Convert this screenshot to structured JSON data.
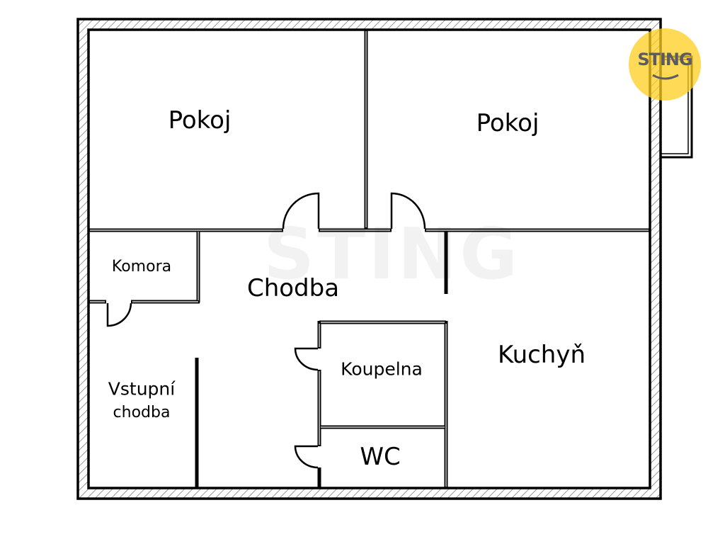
{
  "rooms": {
    "pokoj_left": "Pokoj",
    "pokoj_right": "Pokoj",
    "komora": "Komora",
    "chodba": "Chodba",
    "kuchyn": "Kuchyň",
    "vstupni_line1": "Vstupní",
    "vstupni_line2": "chodba",
    "koupelna": "Koupelna",
    "wc": "WC"
  },
  "logo": {
    "text": "STING",
    "color": "#FFCD1E"
  },
  "watermark": "STING"
}
